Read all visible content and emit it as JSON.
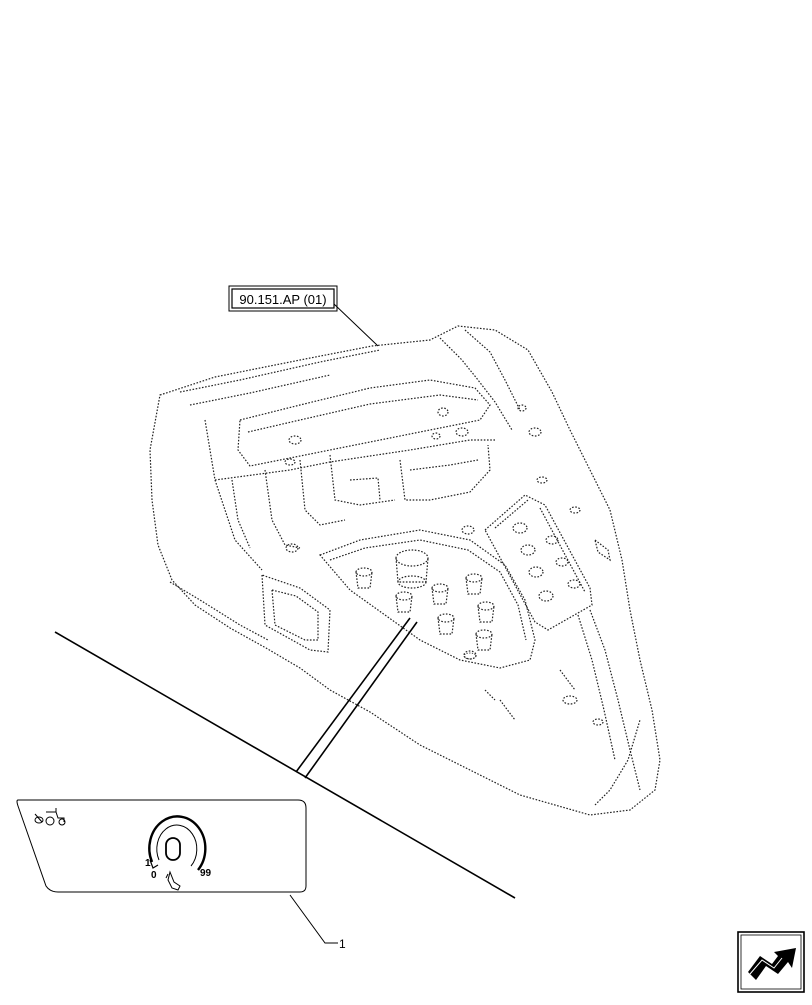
{
  "callouts": {
    "reference_label": "90.151.AP (01)",
    "item_number": "1"
  },
  "decal": {
    "scale_min_1": "1",
    "scale_min_0": "0",
    "scale_max": "99"
  },
  "icons": {
    "decal_top_left": "tractor-mower-icon",
    "decal_bottom": "hand-lever-icon",
    "corner": "navigation-arrow-icon"
  },
  "colors": {
    "line": "#000000",
    "background": "#ffffff"
  }
}
